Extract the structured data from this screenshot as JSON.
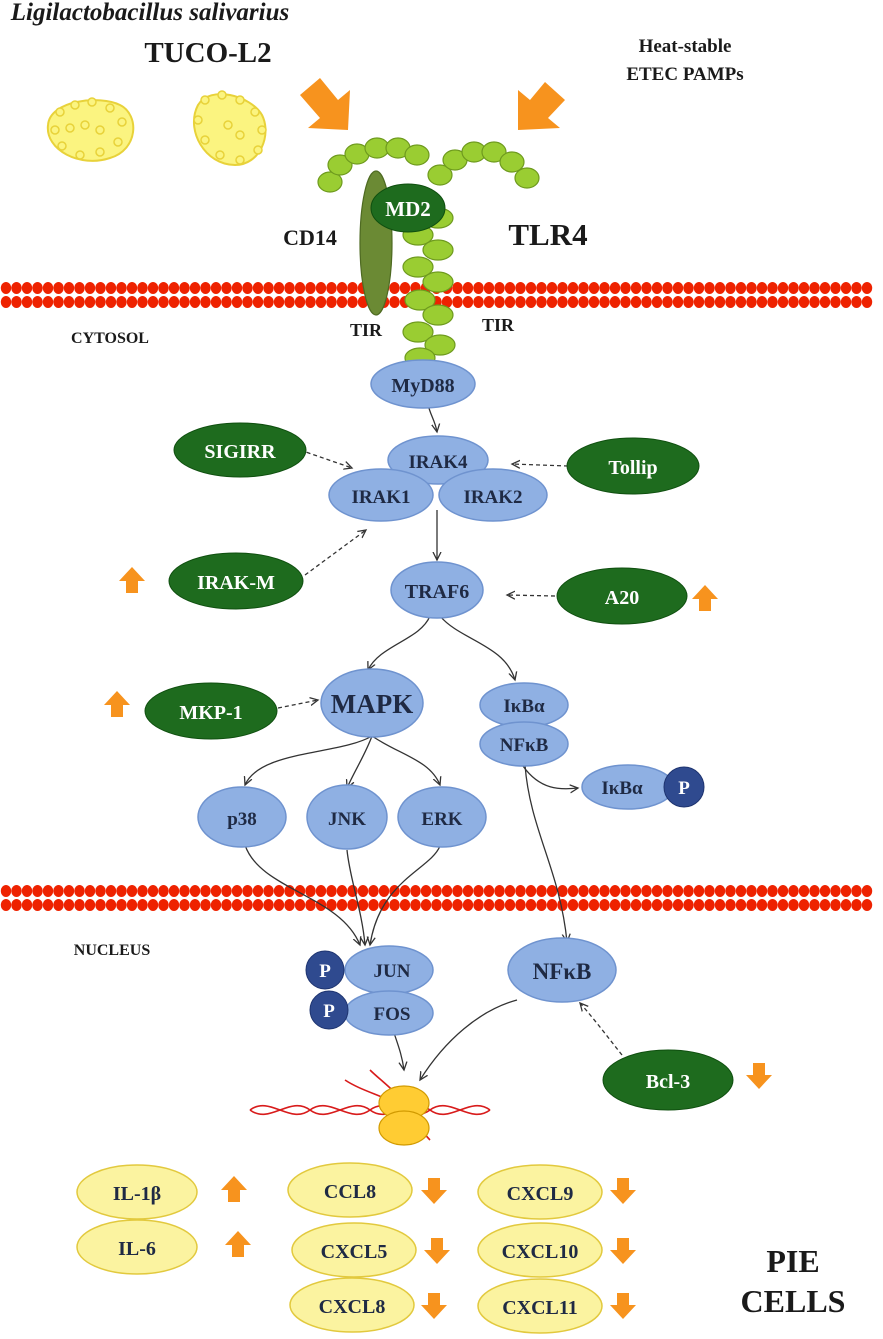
{
  "header": {
    "species": "Ligilactobacillus salivarius",
    "strain": "TUCO-L2",
    "pamps_line1": "Heat-stable",
    "pamps_line2": "ETEC PAMPs"
  },
  "receptor": {
    "cd14": "CD14",
    "md2": "MD2",
    "tlr4": "TLR4",
    "tir_left": "TIR",
    "tir_right": "TIR"
  },
  "compartments": {
    "cytosol": "CYTOSOL",
    "nucleus": "NUCLEUS"
  },
  "nodes": {
    "myd88": "MyD88",
    "irak4": "IRAK4",
    "irak1": "IRAK1",
    "irak2": "IRAK2",
    "traf6": "TRAF6",
    "mapk": "MAPK",
    "ikba": "IκBα",
    "nfkb_cyto": "NFκB",
    "ikba_p": "IκBα",
    "p38": "p38",
    "jnk": "JNK",
    "erk": "ERK",
    "jun": "JUN",
    "fos": "FOS",
    "nfkb_nuc": "NFκB",
    "phospho": "P"
  },
  "regulators": {
    "sigirr": "SIGIRR",
    "tollip": "Tollip",
    "irakm": "IRAK-M",
    "a20": "A20",
    "mkp1": "MKP-1",
    "bcl3": "Bcl-3"
  },
  "cytokines": {
    "il1b": "IL-1β",
    "il6": "IL-6",
    "ccl8": "CCL8",
    "cxcl5": "CXCL5",
    "cxcl8": "CXCL8",
    "cxcl9": "CXCL9",
    "cxcl10": "CXCL10",
    "cxcl11": "CXCL11"
  },
  "cells": {
    "line1": "PIE",
    "line2": "CELLS"
  },
  "colors": {
    "membrane": "#ee2200",
    "protein_blue": "#8fb0e3",
    "regulator_green": "#1e6b1e",
    "tlr4_green": "#9acd32",
    "arrow_orange": "#f7931e",
    "cytokine_yellow": "#fbf3a0"
  },
  "icons": [
    "bacteria-icon",
    "orange-arrow-up-icon",
    "orange-arrow-down-icon",
    "dna-icon",
    "ribosome-icon"
  ]
}
